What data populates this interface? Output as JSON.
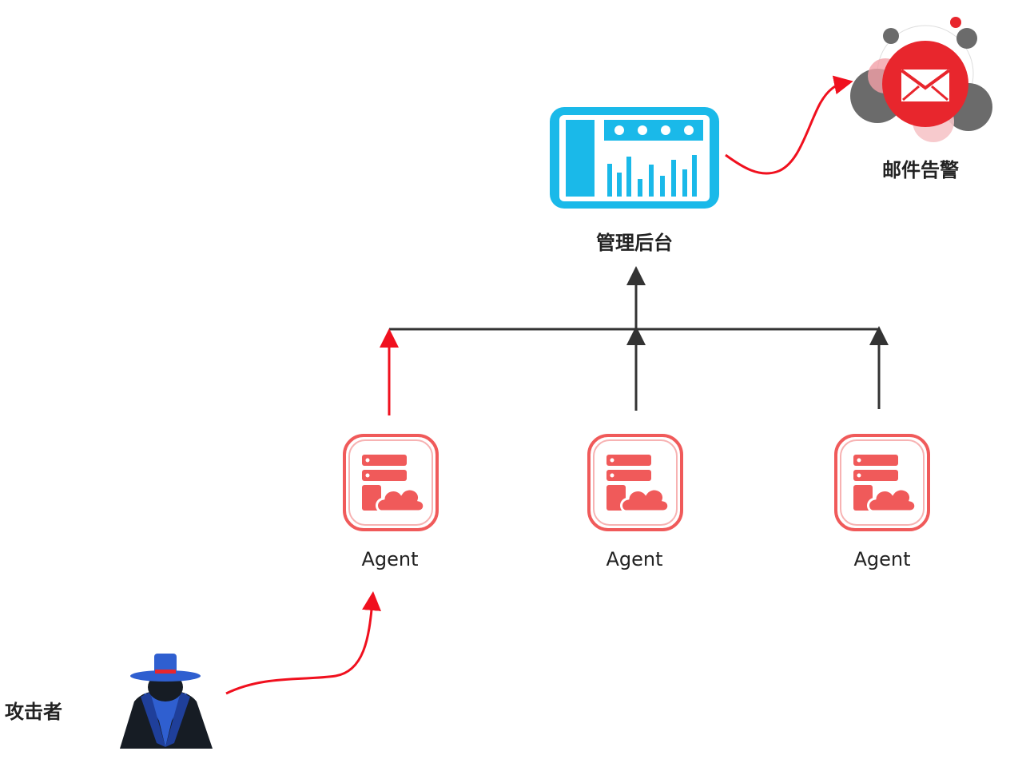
{
  "nodes": {
    "dashboard": {
      "label": "管理后台",
      "icon": "dashboard-icon",
      "color": "#1ab9e9"
    },
    "mail_alert": {
      "label": "邮件告警",
      "icon": "mail-alert-icon",
      "color": "#e8262d"
    },
    "agents": [
      {
        "label": "Agent",
        "icon": "server-cloud-icon"
      },
      {
        "label": "Agent",
        "icon": "server-cloud-icon"
      },
      {
        "label": "Agent",
        "icon": "server-cloud-icon"
      }
    ],
    "attacker": {
      "label": "攻击者",
      "icon": "spy-icon",
      "color": "#2f5fd0"
    }
  },
  "colors": {
    "attack_path": "#f0101e",
    "normal_path": "#333333",
    "agent_accent": "#f05a5a"
  }
}
